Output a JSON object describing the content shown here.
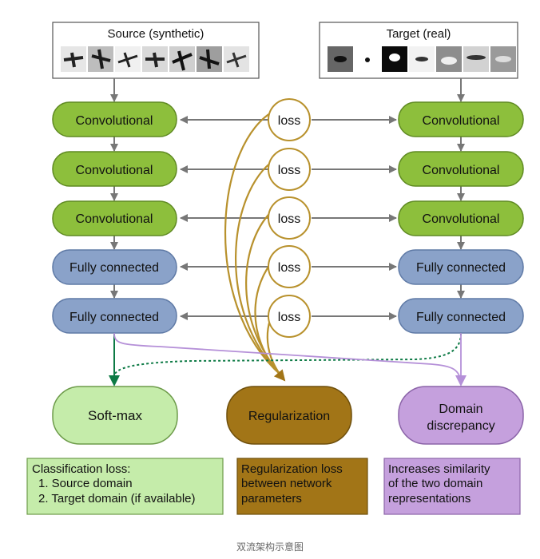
{
  "source": {
    "title": "Source (synthetic)"
  },
  "target": {
    "title": "Target (real)"
  },
  "layers": [
    {
      "label": "Convolutional",
      "kind": "conv"
    },
    {
      "label": "Convolutional",
      "kind": "conv"
    },
    {
      "label": "Convolutional",
      "kind": "conv"
    },
    {
      "label": "Fully connected",
      "kind": "fc"
    },
    {
      "label": "Fully connected",
      "kind": "fc"
    }
  ],
  "loss_label": "loss",
  "outputs": {
    "softmax": "Soft-max",
    "regularization": "Regularization",
    "domain_line1": "Domain",
    "domain_line2": "discrepancy"
  },
  "notes": {
    "classification": [
      "Classification loss:",
      "1. Source domain",
      "2. Target domain (if available)"
    ],
    "regularization": [
      "Regularization loss",
      "between network",
      "parameters"
    ],
    "domain": [
      "Increases similarity",
      "of the two domain",
      "representations"
    ]
  },
  "caption": "双流架构示意图",
  "colors": {
    "conv_fill": "#8dbf3c",
    "fc_fill": "#8aa2c9",
    "softmax_fill": "#c5ecaa",
    "regularization_fill": "#a27517",
    "domain_fill": "#c5a0dd",
    "loss_curve": "#b8912c",
    "green_arrow": "#0d7a45",
    "purple_arrow": "#b590d8",
    "gray_arrow": "#777777"
  }
}
